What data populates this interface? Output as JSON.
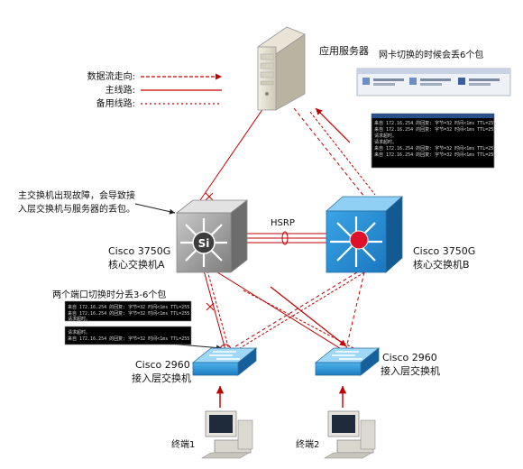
{
  "legend": {
    "flow": "数据流走向:",
    "main": "主线路:",
    "backup": "备用线路:"
  },
  "server": {
    "label": "应用服务器"
  },
  "nic_note": "网卡切换的时候会丢6个包",
  "failure_note": {
    "line1": "主交换机出现故障，会导致接",
    "line2": "入层交换机与服务器的丢包。"
  },
  "hsrp": "HSRP",
  "core_a": {
    "model": "Cisco 3750G",
    "role": "核心交换机A",
    "symbol": "Si"
  },
  "core_b": {
    "model": "Cisco 3750G",
    "role": "核心交换机B"
  },
  "port_note": "两个端口切换时分丢3-6个包",
  "access_1": {
    "model": "Cisco 2960",
    "role": "接入层交换机"
  },
  "access_2": {
    "model": "Cisco 2960",
    "role": "接入层交换机"
  },
  "terminal_1": "终端1",
  "terminal_2": "终端2",
  "console_lines": [
    "来自 172.16.254 的回复: 字节=32 时间<1ms TTL=255",
    "来自 172.16.254 的回复: 字节=32 时间<1ms TTL=255",
    "请求超时。",
    "请求超时。",
    "来自 172.16.254 的回复: 字节=32 时间<1ms TTL=255"
  ],
  "colors": {
    "flow": "#c00000",
    "core_b": "#1a8ad4",
    "accent_red": "#e0102a"
  }
}
